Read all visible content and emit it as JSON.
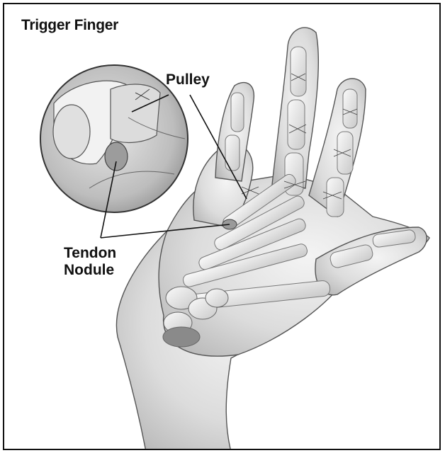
{
  "title": "Trigger Finger",
  "labels": {
    "pulley": "Pulley",
    "tendon_line1": "Tendon",
    "tendon_line2": "Nodule"
  }
}
